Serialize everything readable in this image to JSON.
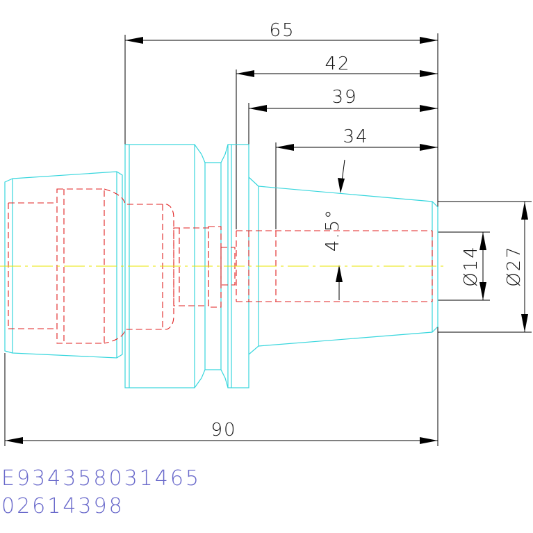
{
  "drawing": {
    "dimensions": {
      "top_65": "65",
      "top_42": "42",
      "top_39": "39",
      "top_34": "34",
      "bottom_90": "90",
      "diameter_14": "Ø14",
      "diameter_27": "Ø27",
      "taper_angle": "4.5°"
    },
    "codes": {
      "line1": "E934358031465",
      "line2": "02614398"
    }
  },
  "colors": {
    "outline": "#37d6dd",
    "hidden": "#e02020",
    "centerline": "#e8e400",
    "dimension": "#000000",
    "code_text": "#6a6acb"
  }
}
